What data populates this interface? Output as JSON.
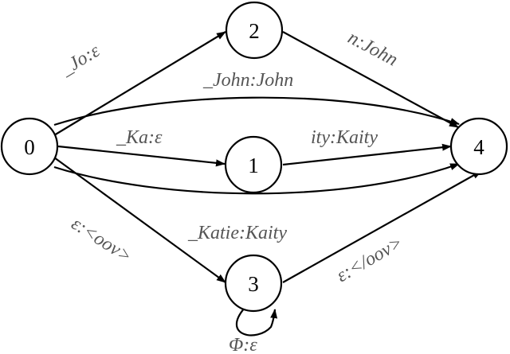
{
  "diagram": {
    "nodes": {
      "n0": "0",
      "n1": "1",
      "n2": "2",
      "n3": "3",
      "n4": "4"
    },
    "edges": {
      "e_0_2": "_Jo:ε",
      "e_2_4": "n:John",
      "e_0_4_john": "_John:John",
      "e_0_1": "_Ka:ε",
      "e_1_4": "ity:Kaity",
      "e_0_4_katie": "_Katie:Kaity",
      "e_0_3": "ε:<oov>",
      "e_3_4": "ε:</oov>",
      "e_3_3": "Φ:ε"
    },
    "colors": {
      "stroke": "#000000",
      "label": "#555555",
      "background": "#ffffff"
    }
  }
}
